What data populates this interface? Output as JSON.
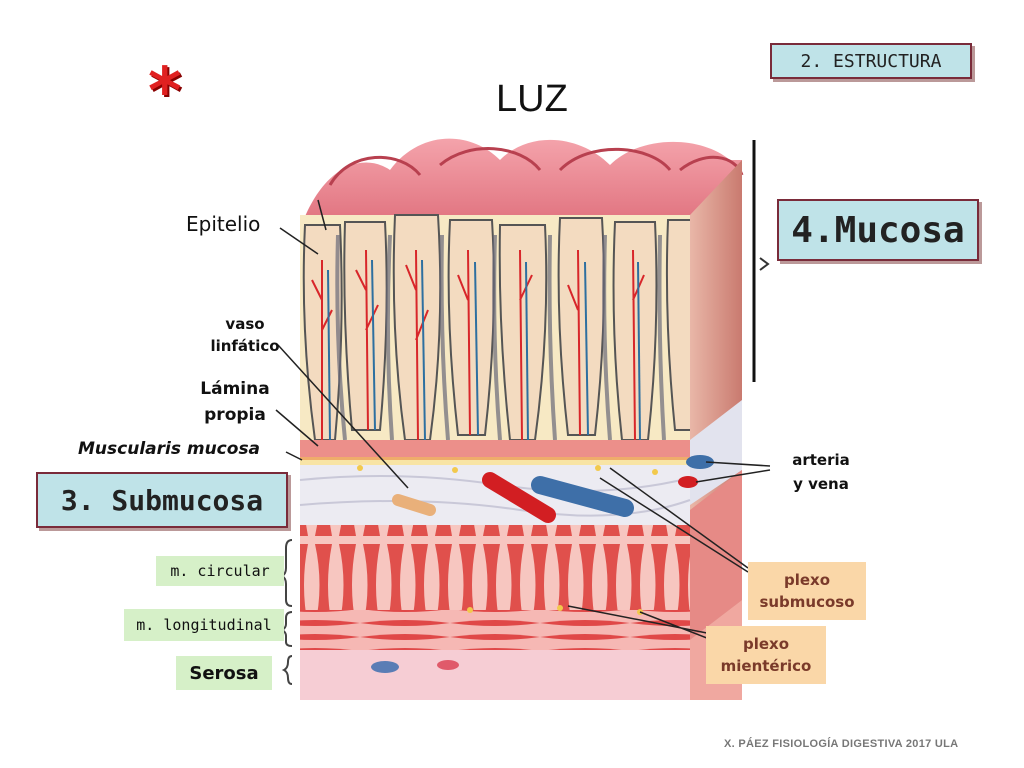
{
  "header": {
    "asterisk": "*",
    "title": "LUZ",
    "section_badge": "2. ESTRUCTURA"
  },
  "layers": {
    "mucosa": "4.Mucosa",
    "submucosa": "3. Submucosa",
    "m_circular": "m. circular",
    "m_longitudinal": "m. longitudinal",
    "serosa": "Serosa"
  },
  "labels": {
    "epitelio": "Epitelio",
    "vaso_line1": "vaso",
    "vaso_line2": "linfático",
    "lamina_line1": "Lámina",
    "lamina_line2": "propia",
    "muscularis_mucosa": "Muscularis mucosa",
    "arteria_line1": "arteria",
    "arteria_line2": "y vena",
    "plexo_sub_line1": "plexo",
    "plexo_sub_line2": "submucoso",
    "plexo_mien_line1": "plexo",
    "plexo_mien_line2": "mientérico"
  },
  "footer": {
    "credit": "X. PÁEZ   FISIOLOGÍA DIGESTIVA 2017  ULA"
  },
  "colors": {
    "villus_pink": "#e87a86",
    "villus_dark": "#c94f5e",
    "lamina_cream": "#f7e9c4",
    "epithelium": "#ececec",
    "submucosa_bg": "#ecebf2",
    "muscle_red": "#e44a4a",
    "muscle_light": "#f2a0a0",
    "box_teal": "#bfe3e8",
    "box_border": "#7a2b3a",
    "label_green": "#d6f0c8",
    "label_peach": "#fad7a8",
    "asterisk_red": "#e02020"
  }
}
